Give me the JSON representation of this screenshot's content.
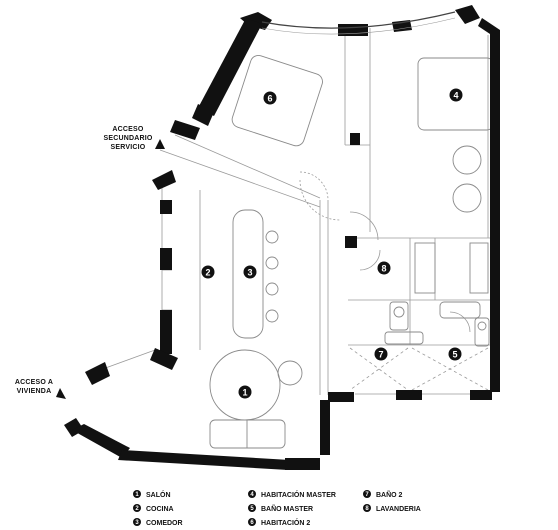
{
  "annotations": {
    "service_access": [
      "ACCESO",
      "SECUNDARIO",
      "SERVICIO"
    ],
    "main_access": [
      "ACCESO A",
      "VIVIENDA"
    ]
  },
  "rooms": [
    {
      "num": "1",
      "name": "SALÓN"
    },
    {
      "num": "2",
      "name": "COCINA"
    },
    {
      "num": "3",
      "name": "COMEDOR"
    },
    {
      "num": "4",
      "name": "HABITACIÓN MASTER"
    },
    {
      "num": "5",
      "name": "BAÑO MASTER"
    },
    {
      "num": "6",
      "name": "HABITACIÓN 2"
    },
    {
      "num": "7",
      "name": "BAÑO 2"
    },
    {
      "num": "8",
      "name": "LAVANDERIA"
    }
  ],
  "colors": {
    "wall": "#111111",
    "line": "#9a9a9a",
    "furniture": "#8a8a8a"
  }
}
